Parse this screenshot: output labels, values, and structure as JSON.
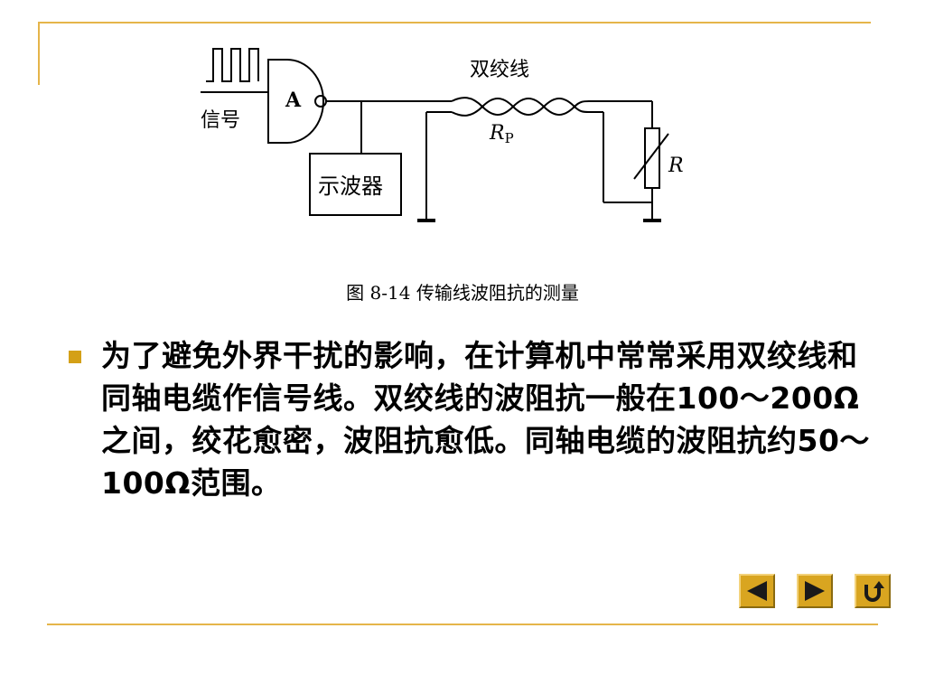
{
  "diagram": {
    "gate_label": "A",
    "signal_label": "信号",
    "oscilloscope_label": "示波器",
    "twisted_pair_label": "双绞线",
    "rp_main": "R",
    "rp_sub": "P",
    "resistor_label": "R"
  },
  "figure": {
    "caption": "图 8-14  传输线波阻抗的测量"
  },
  "content": {
    "paragraph": "为了避免外界干扰的影响，在计算机中常常采用双绞线和同轴电缆作信号线。双绞线的波阻抗一般在100～200Ω之间，绞花愈密，波阻抗愈低。同轴电缆的波阻抗约50～100Ω范围。"
  },
  "nav": {
    "prev_icon": "triangle-left-icon",
    "next_icon": "triangle-right-icon",
    "return_icon": "return-arrow-icon",
    "colors": {
      "button": "#d9a520",
      "icon": "#1a1a1a",
      "frame": "#e5b54a",
      "bullet": "#d4a017"
    }
  }
}
